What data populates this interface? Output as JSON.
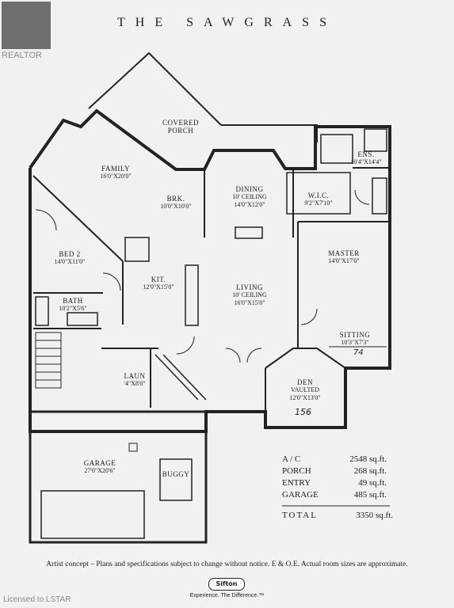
{
  "header": {
    "title": "THE SAWGRASS"
  },
  "watermark": {
    "label": "REALTOR",
    "footer": "Licensed to LSTAR"
  },
  "rooms": {
    "covered_porch": {
      "name": "COVERED PORCH"
    },
    "family": {
      "name": "FAMILY",
      "size": "16'0\"X20'0\""
    },
    "brk": {
      "name": "BRK.",
      "size": "10'0\"X10'0\""
    },
    "dining": {
      "name": "DINING",
      "note": "10' CEILING",
      "size": "14'0\"X12'0\""
    },
    "wic": {
      "name": "W.I.C.",
      "size": "9'2\"X7'10\""
    },
    "ens": {
      "name": "ENS.",
      "size": "10'4\"X14'4\""
    },
    "bed2": {
      "name": "BED 2",
      "size": "14'0\"X11'0\""
    },
    "kit": {
      "name": "KIT.",
      "size": "12'0\"X15'0\""
    },
    "master": {
      "name": "MASTER",
      "size": "14'0\"X17'0\""
    },
    "living": {
      "name": "LIVING",
      "note": "10' CEILING",
      "size": "16'0\"X15'0\""
    },
    "bath": {
      "name": "BATH",
      "size": "10'2\"X5'6\""
    },
    "sitting": {
      "name": "SITTING",
      "size": "10'3\"X7'3\""
    },
    "laun": {
      "name": "LAUN",
      "size": "'4\"X8'0\""
    },
    "den": {
      "name": "DEN",
      "note": "VAULTED",
      "size": "12'0\"X13'0\""
    },
    "garage": {
      "name": "GARAGE",
      "size": "27'0\"X20'6\""
    },
    "buggy": {
      "name": "BUGGY"
    }
  },
  "handwriting": {
    "den": "156",
    "sitting": "74"
  },
  "areas": [
    {
      "label": "A / C",
      "value": "2548 sq.ft."
    },
    {
      "label": "PORCH",
      "value": "268 sq.ft."
    },
    {
      "label": "ENTRY",
      "value": "49 sq.ft."
    },
    {
      "label": "GARAGE",
      "value": "485 sq.ft."
    }
  ],
  "total": {
    "label": "TOTAL",
    "value": "3350 sq.ft."
  },
  "disclaimer": "Artist concept – Plans and specifications subject to change without notice. E & O.E. Actual room sizes are approximate.",
  "brand": {
    "logo": "Sifton",
    "tagline": "Experience. The Difference.™"
  }
}
